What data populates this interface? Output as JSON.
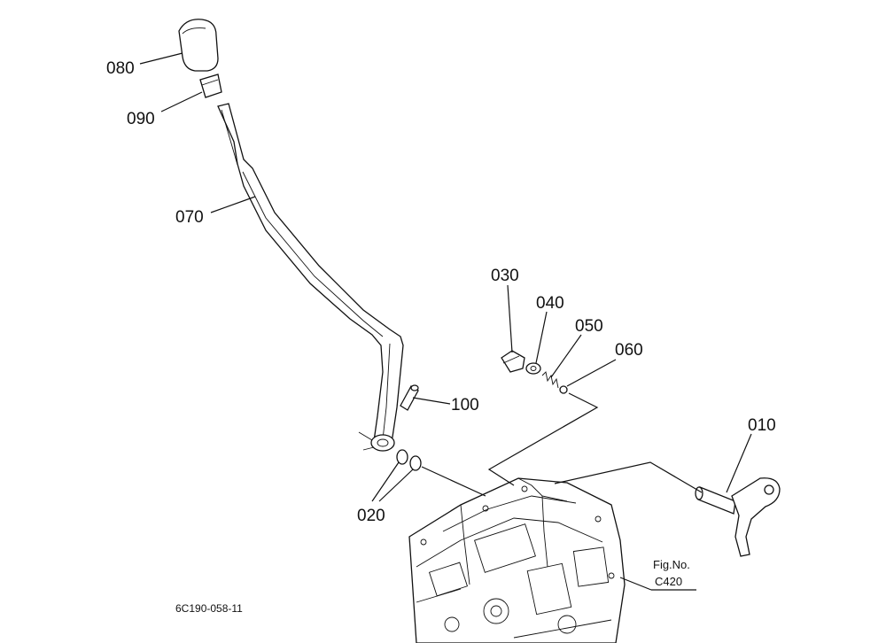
{
  "labels": {
    "p010": "010",
    "p020": "020",
    "p030": "030",
    "p040": "040",
    "p050": "050",
    "p060": "060",
    "p070": "070",
    "p080": "080",
    "p090": "090",
    "p100": "100"
  },
  "figure_ref": {
    "line1": "Fig.No.",
    "line2": "C420"
  },
  "drawing_code": "6C190-058-11"
}
